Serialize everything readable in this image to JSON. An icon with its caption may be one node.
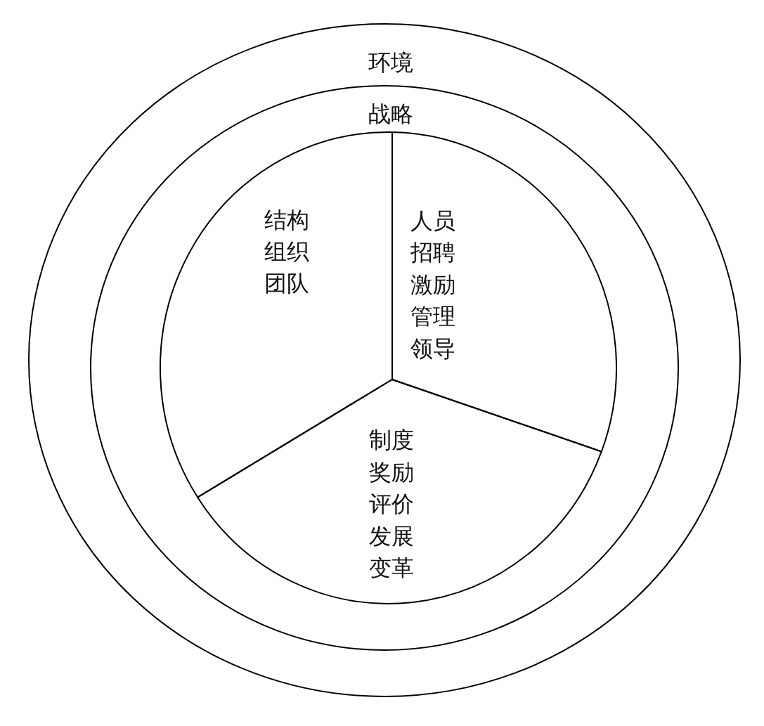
{
  "diagram": {
    "nodes": [
      {
        "text": [
          "环境"
        ]
      },
      {
        "text": [
          "战略"
        ],
        "in": 0
      },
      {
        "text": [
          "结构",
          "组织",
          "团队"
        ],
        "in": 1
      },
      {
        "text": [
          "人员",
          "招聘",
          "激励",
          "管理",
          "领导"
        ],
        "in": 1
      },
      {
        "text": [
          "制度",
          "奖励",
          "评价",
          "发展",
          "变革"
        ],
        "in": 1
      }
    ]
  }
}
